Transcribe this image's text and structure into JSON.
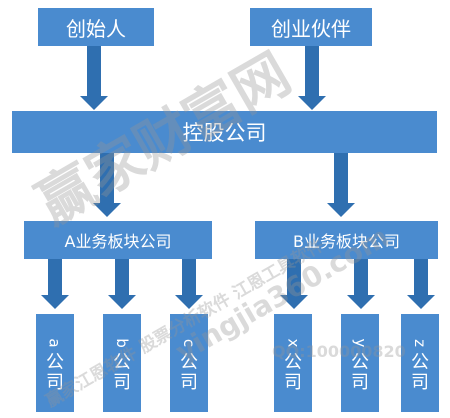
{
  "diagram": {
    "nodes": {
      "founder": "创始人",
      "partner": "创业伙伴",
      "holding": "控股公司",
      "seg_a": "A业务板块公司",
      "seg_b": "B业务板块公司",
      "co_a": [
        "a",
        "公",
        "司"
      ],
      "co_b": [
        "b",
        "公",
        "司"
      ],
      "co_c": [
        "c",
        "公",
        "司"
      ],
      "co_x": [
        "x",
        "公",
        "司"
      ],
      "co_y": [
        "y",
        "公",
        "司"
      ],
      "co_z": [
        "z",
        "公",
        "司"
      ]
    },
    "colors": {
      "box": "#4a8bcf",
      "arrow": "#2f6fb0"
    },
    "watermarks": {
      "w1": "赢家财富网",
      "w2": "赢家江恩软件 股票分析软件 江恩工具软件",
      "w3": "yingjia360.com",
      "w4": "QQ:100000820"
    }
  }
}
